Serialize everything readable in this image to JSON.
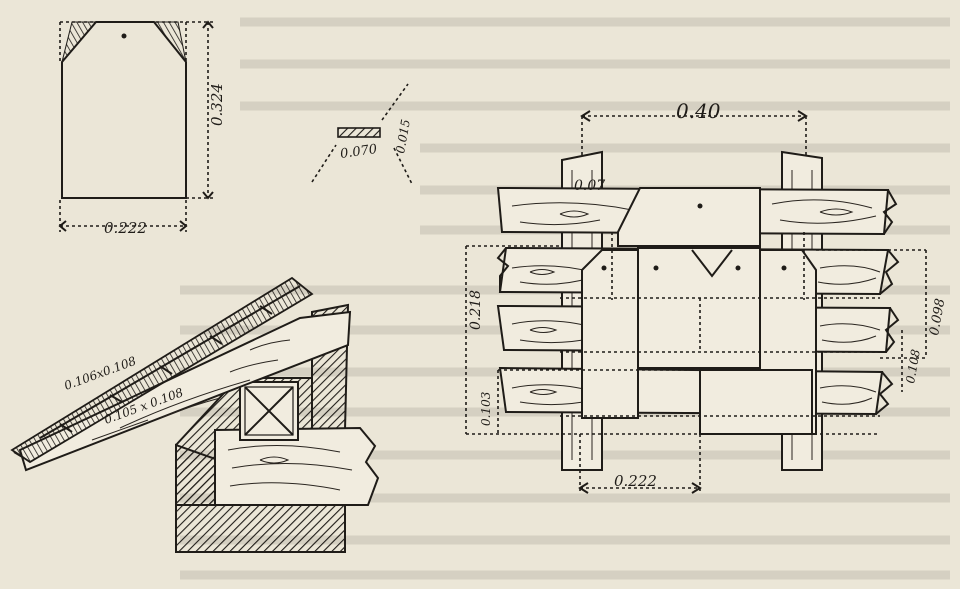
{
  "labels": {
    "slate_width": "0.222",
    "slate_height": "0.324",
    "section_width": "0.070",
    "section_thickness": "0.015",
    "roof_upper": "0.106x0.108",
    "roof_lower": "0.105 x 0.108",
    "spacing_top": "0.40",
    "post_mark": "0.07",
    "height_left": "0.218",
    "offset_left": "0.103",
    "offset_right": "0.108",
    "height_right": "0.098",
    "bottom_width": "0.222"
  },
  "colors": {
    "paper": "#ebe6d7",
    "ink": "#1f1c18",
    "wood": "#f1ecdf"
  }
}
